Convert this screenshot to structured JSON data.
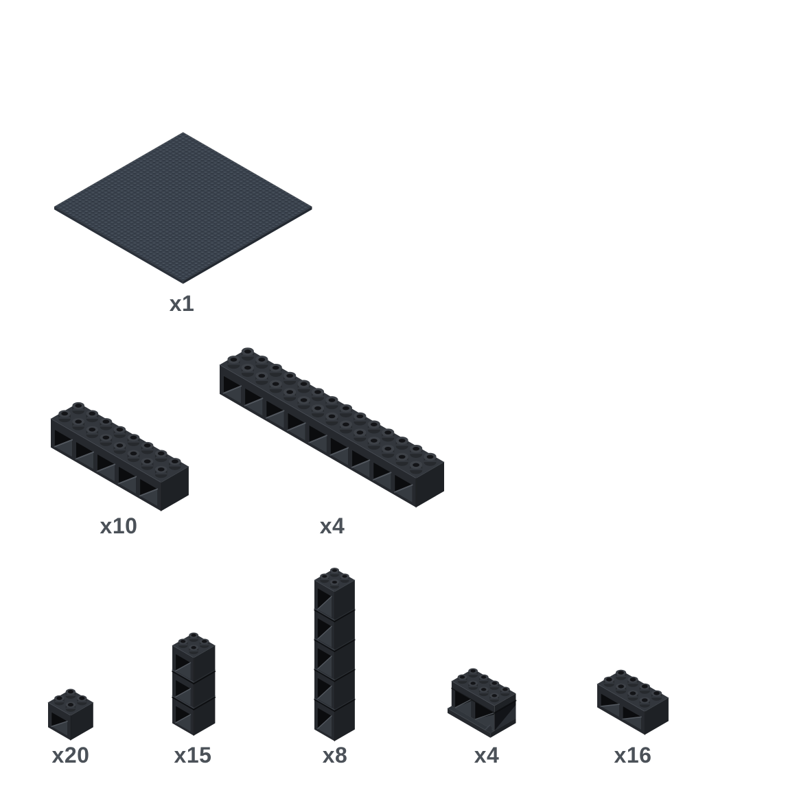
{
  "page": {
    "background": "#ffffff",
    "kind": "parts-inventory"
  },
  "palette": {
    "label_color": "#4b5158",
    "brick_top": "#33373d",
    "brick_front": "#26292e",
    "brick_side": "#1e2125",
    "opening_dark": "#0b0c0e",
    "opening_mid": "#363b41",
    "opening_highlight": "#565c63",
    "edge_light": "#4a4f56",
    "stud_top": "#3d4147",
    "stud_side": "#26292d",
    "stud_hole": "#131417",
    "plate_top": "#3a424d",
    "plate_front": "#2b313a",
    "plate_side": "#242a32",
    "plate_stud_top": "#47505b",
    "plate_stud_side": "#2b323c"
  },
  "parts": [
    {
      "id": "baseplate",
      "label": "x1",
      "count": 1,
      "kind": "plate",
      "studs_long": 40,
      "studs_wide": 40
    },
    {
      "id": "beam-8",
      "label": "x10",
      "count": 10,
      "kind": "open-beam",
      "studs_long": 8,
      "studs_wide": 2,
      "openings": 5
    },
    {
      "id": "beam-14",
      "label": "x4",
      "count": 4,
      "kind": "open-beam",
      "studs_long": 14,
      "studs_wide": 2,
      "openings": 9
    },
    {
      "id": "cube",
      "label": "x20",
      "count": 20,
      "kind": "open-cube",
      "studs_long": 2,
      "studs_wide": 2,
      "openings": 1,
      "segments": 1
    },
    {
      "id": "column-3",
      "label": "x15",
      "count": 15,
      "kind": "open-column",
      "studs_long": 2,
      "studs_wide": 2,
      "openings": 1,
      "segments": 3
    },
    {
      "id": "column-5",
      "label": "x8",
      "count": 8,
      "kind": "open-column",
      "studs_long": 2,
      "studs_wide": 2,
      "openings": 1,
      "segments": 5
    },
    {
      "id": "channel",
      "label": "x4",
      "count": 4,
      "kind": "channel-brick",
      "studs_long": 4,
      "studs_wide": 2,
      "openings": 2,
      "lip": true
    },
    {
      "id": "box",
      "label": "x16",
      "count": 16,
      "kind": "open-box",
      "studs_long": 4,
      "studs_wide": 2,
      "openings": 2
    }
  ]
}
